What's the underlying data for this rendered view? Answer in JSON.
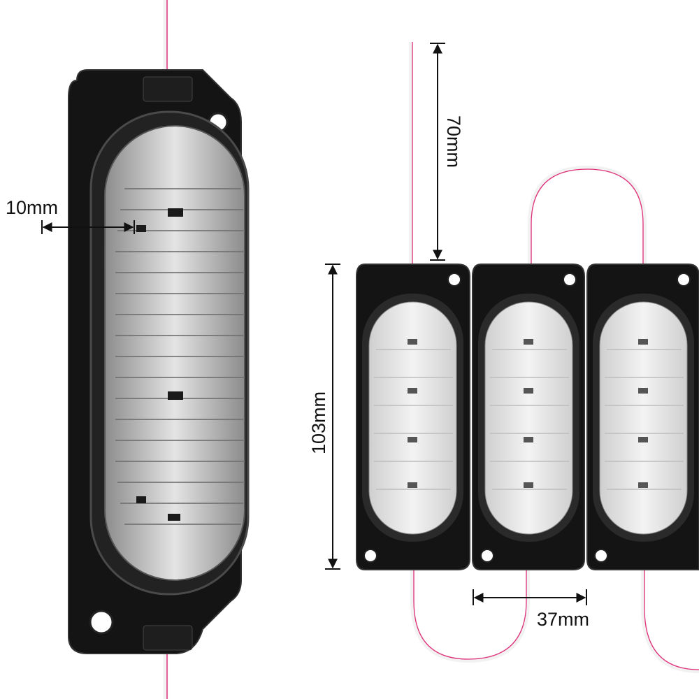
{
  "dimensions": {
    "depth_label": "10mm",
    "lead_length_label": "70mm",
    "height_label": "103mm",
    "width_label": "37mm"
  },
  "colors": {
    "housing": "#141414",
    "housing_edge": "#3a3a3a",
    "lens": "#d9d9d9",
    "lens_shadow": "#9a9a9a",
    "wire_white": "#f2f2f2",
    "wire_red": "#e0307a",
    "dimension_line": "#111111"
  }
}
